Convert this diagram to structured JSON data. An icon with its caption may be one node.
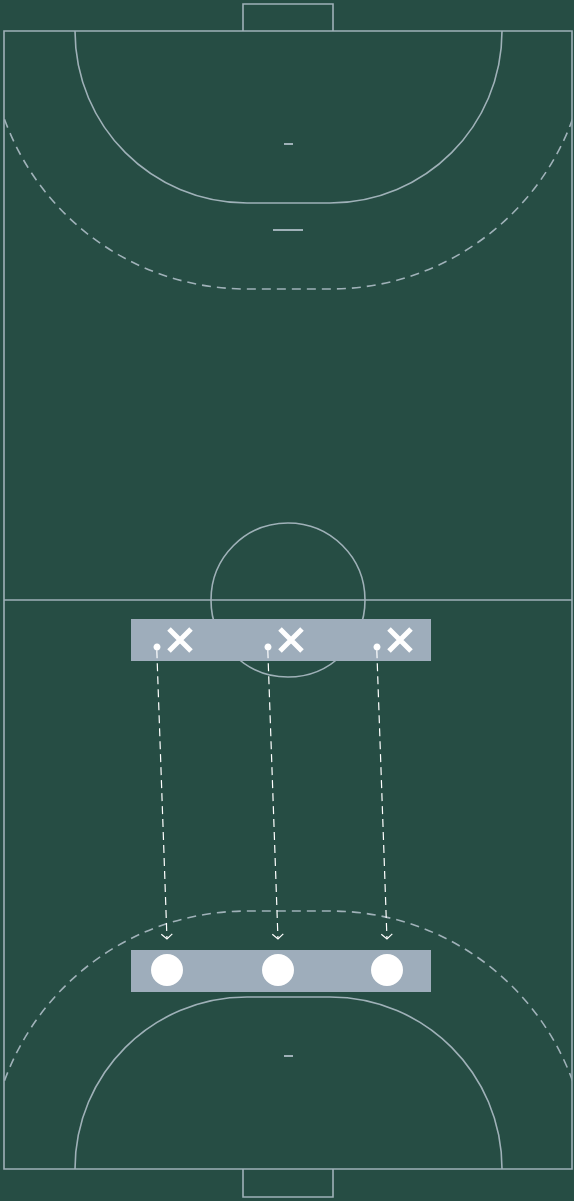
{
  "diagram": {
    "nodes": [
      {
        "text": [],
        "shape": "bar"
      },
      {
        "text": [],
        "shape": "cross",
        "in": 0
      },
      {
        "text": [],
        "shape": "cross",
        "in": 0
      },
      {
        "text": [],
        "shape": "cross",
        "in": 0
      },
      {
        "text": [],
        "shape": "bar"
      },
      {
        "text": [],
        "shape": "circle",
        "in": 4
      },
      {
        "text": [],
        "shape": "circle",
        "in": 4
      },
      {
        "text": [],
        "shape": "circle",
        "in": 4
      }
    ],
    "edges": [
      {
        "from": 1,
        "to": 5,
        "arrow": "to",
        "style": "dashed"
      },
      {
        "from": 2,
        "to": 6,
        "arrow": "to",
        "style": "dashed"
      },
      {
        "from": 3,
        "to": 7,
        "arrow": "to",
        "style": "dashed"
      }
    ]
  }
}
